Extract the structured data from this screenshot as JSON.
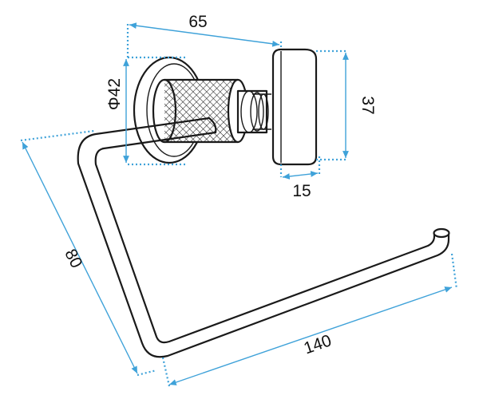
{
  "colors": {
    "dimension": "#3fa2d9",
    "outline": "#1a1a1a",
    "background": "#ffffff"
  },
  "dimensions": {
    "width_top": "65",
    "diameter": "Φ42",
    "height_right": "37",
    "depth_small": "15",
    "arm_length": "80",
    "arm_width": "140"
  }
}
